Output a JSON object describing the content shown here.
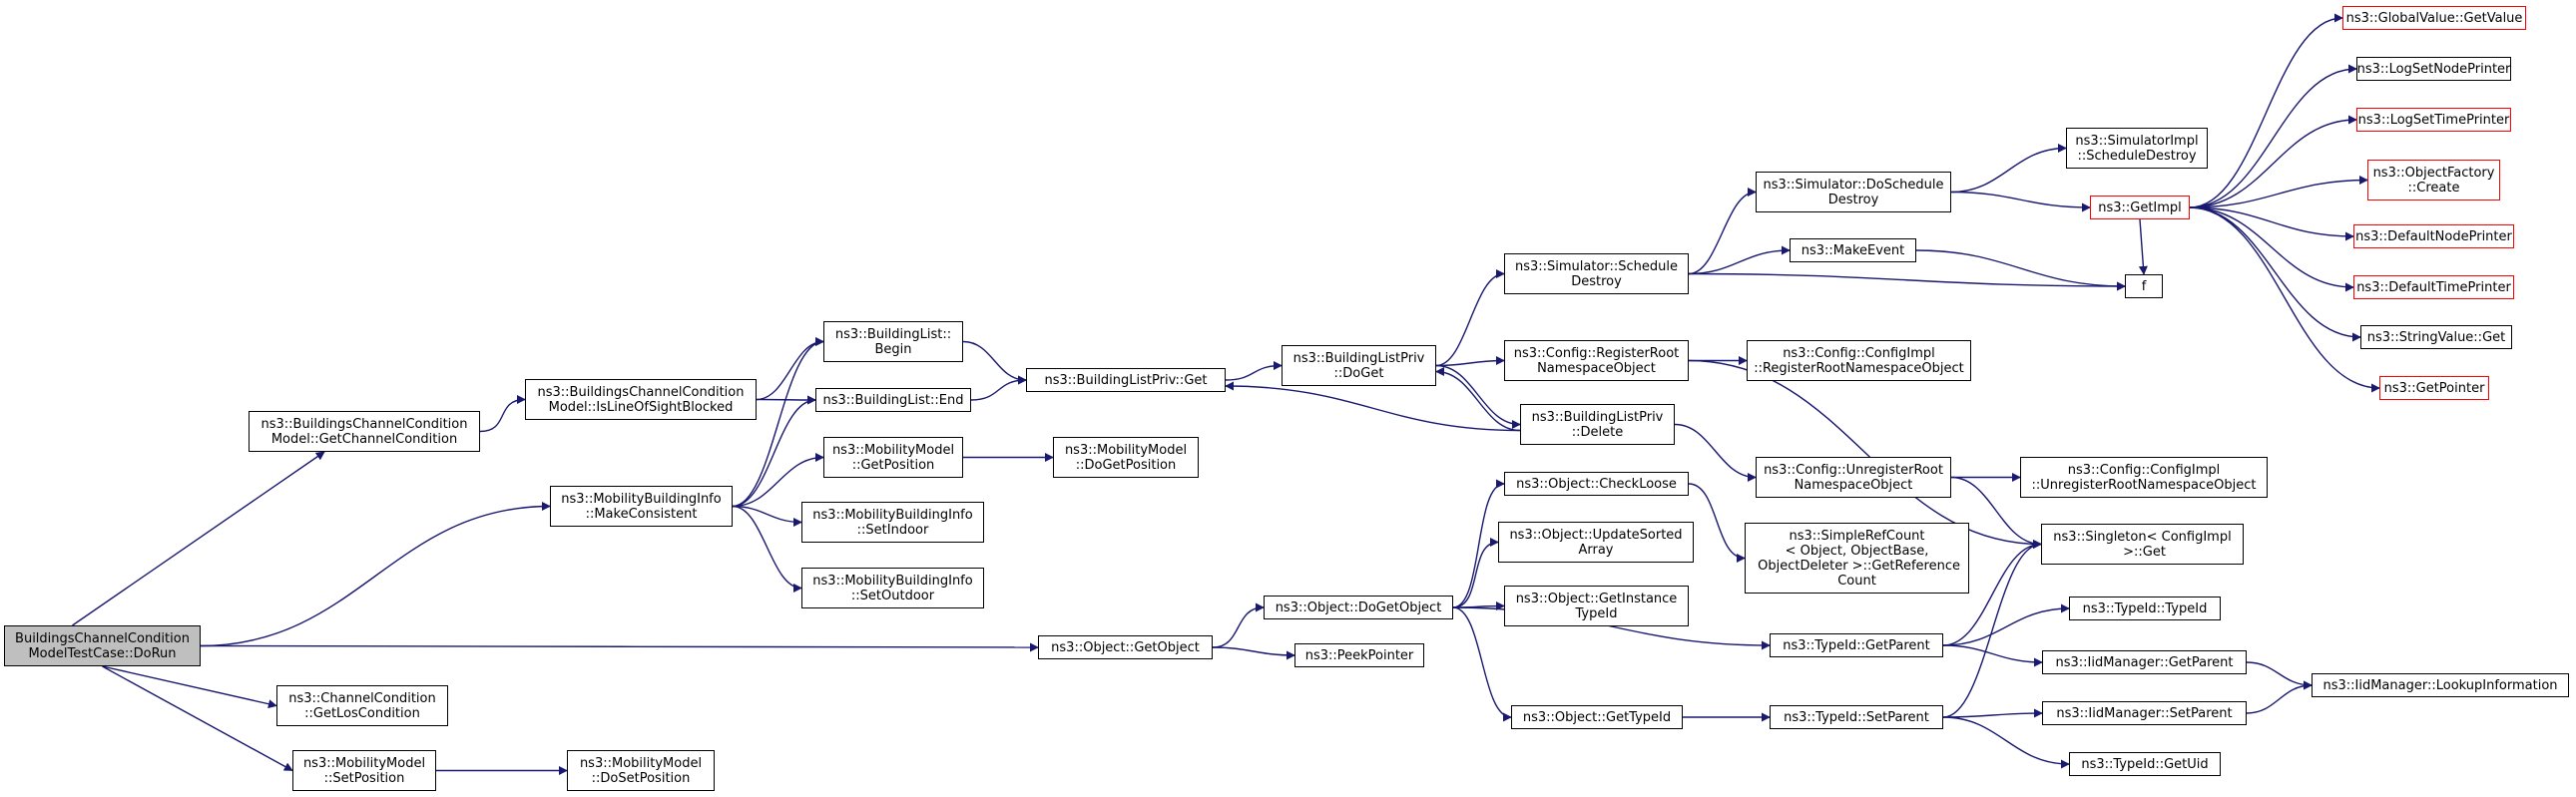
{
  "nodes": {
    "root": "BuildingsChannelCondition\nModelTestCase::DoRun",
    "getChannelCondition": "ns3::BuildingsChannelCondition\nModel::GetChannelCondition",
    "makeConsistent": "ns3::MobilityBuildingInfo\n::MakeConsistent",
    "getObject": "ns3::Object::GetObject",
    "getLosCondition": "ns3::ChannelCondition\n::GetLosCondition",
    "setPosition": "ns3::MobilityModel\n::SetPosition",
    "doSetPosition": "ns3::MobilityModel\n::DoSetPosition",
    "isLineOfSightBlocked": "ns3::BuildingsChannelCondition\nModel::IsLineOfSightBlocked",
    "buildingListBegin": "ns3::BuildingList::\nBegin",
    "buildingListEnd": "ns3::BuildingList::End",
    "mmGetPosition": "ns3::MobilityModel\n::GetPosition",
    "mmDoGetPosition": "ns3::MobilityModel\n::DoGetPosition",
    "setIndoor": "ns3::MobilityBuildingInfo\n::SetIndoor",
    "setOutdoor": "ns3::MobilityBuildingInfo\n::SetOutdoor",
    "blpGet": "ns3::BuildingListPriv::Get",
    "blpDoGet": "ns3::BuildingListPriv\n::DoGet",
    "blpDelete": "ns3::BuildingListPriv\n::Delete",
    "simScheduleDestroy": "ns3::Simulator::Schedule\nDestroy",
    "simDoScheduleDestroy": "ns3::Simulator::DoSchedule\nDestroy",
    "implScheduleDestroy": "ns3::SimulatorImpl\n::ScheduleDestroy",
    "makeEvent": "ns3::MakeEvent",
    "f": "f",
    "getImpl": "ns3::GetImpl",
    "globalValueGetValue": "ns3::GlobalValue::GetValue",
    "logSetNodePrinter": "ns3::LogSetNodePrinter",
    "logSetTimePrinter": "ns3::LogSetTimePrinter",
    "objectFactoryCreate": "ns3::ObjectFactory\n::Create",
    "defaultNodePrinter": "ns3::DefaultNodePrinter",
    "defaultTimePrinter": "ns3::DefaultTimePrinter",
    "stringValueGet": "ns3::StringValue::Get",
    "getPointer": "ns3::GetPointer",
    "cfgRegisterRoot": "ns3::Config::RegisterRoot\nNamespaceObject",
    "cfgImplRegisterRoot": "ns3::Config::ConfigImpl\n::RegisterRootNamespaceObject",
    "cfgUnregisterRoot": "ns3::Config::UnregisterRoot\nNamespaceObject",
    "cfgImplUnregisterRoot": "ns3::Config::ConfigImpl\n::UnregisterRootNamespaceObject",
    "singletonGet": "ns3::Singleton< ConfigImpl\n >::Get",
    "checkLoose": "ns3::Object::CheckLoose",
    "updateSortedArray": "ns3::Object::UpdateSorted\nArray",
    "getInstanceTypeId": "ns3::Object::GetInstance\nTypeId",
    "doGetObject": "ns3::Object::DoGetObject",
    "peekPointer": "ns3::PeekPointer",
    "getTypeId": "ns3::Object::GetTypeId",
    "simpleRefCount": "ns3::SimpleRefCount\n< Object, ObjectBase,\n ObjectDeleter >::GetReference\nCount",
    "typeIdGetParent": "ns3::TypeId::GetParent",
    "typeIdSetParent": "ns3::TypeId::SetParent",
    "typeIdTypeId": "ns3::TypeId::TypeId",
    "iidGetParent": "ns3::IidManager::GetParent",
    "iidSetParent": "ns3::IidManager::SetParent",
    "typeIdGetUid": "ns3::TypeId::GetUid",
    "iidLookupInformation": "ns3::IidManager::LookupInformation"
  },
  "colors": {
    "edge": "#191970",
    "border": "#000000",
    "truncated_border": "#ff0000",
    "root_fill": "#bfbfbf"
  }
}
